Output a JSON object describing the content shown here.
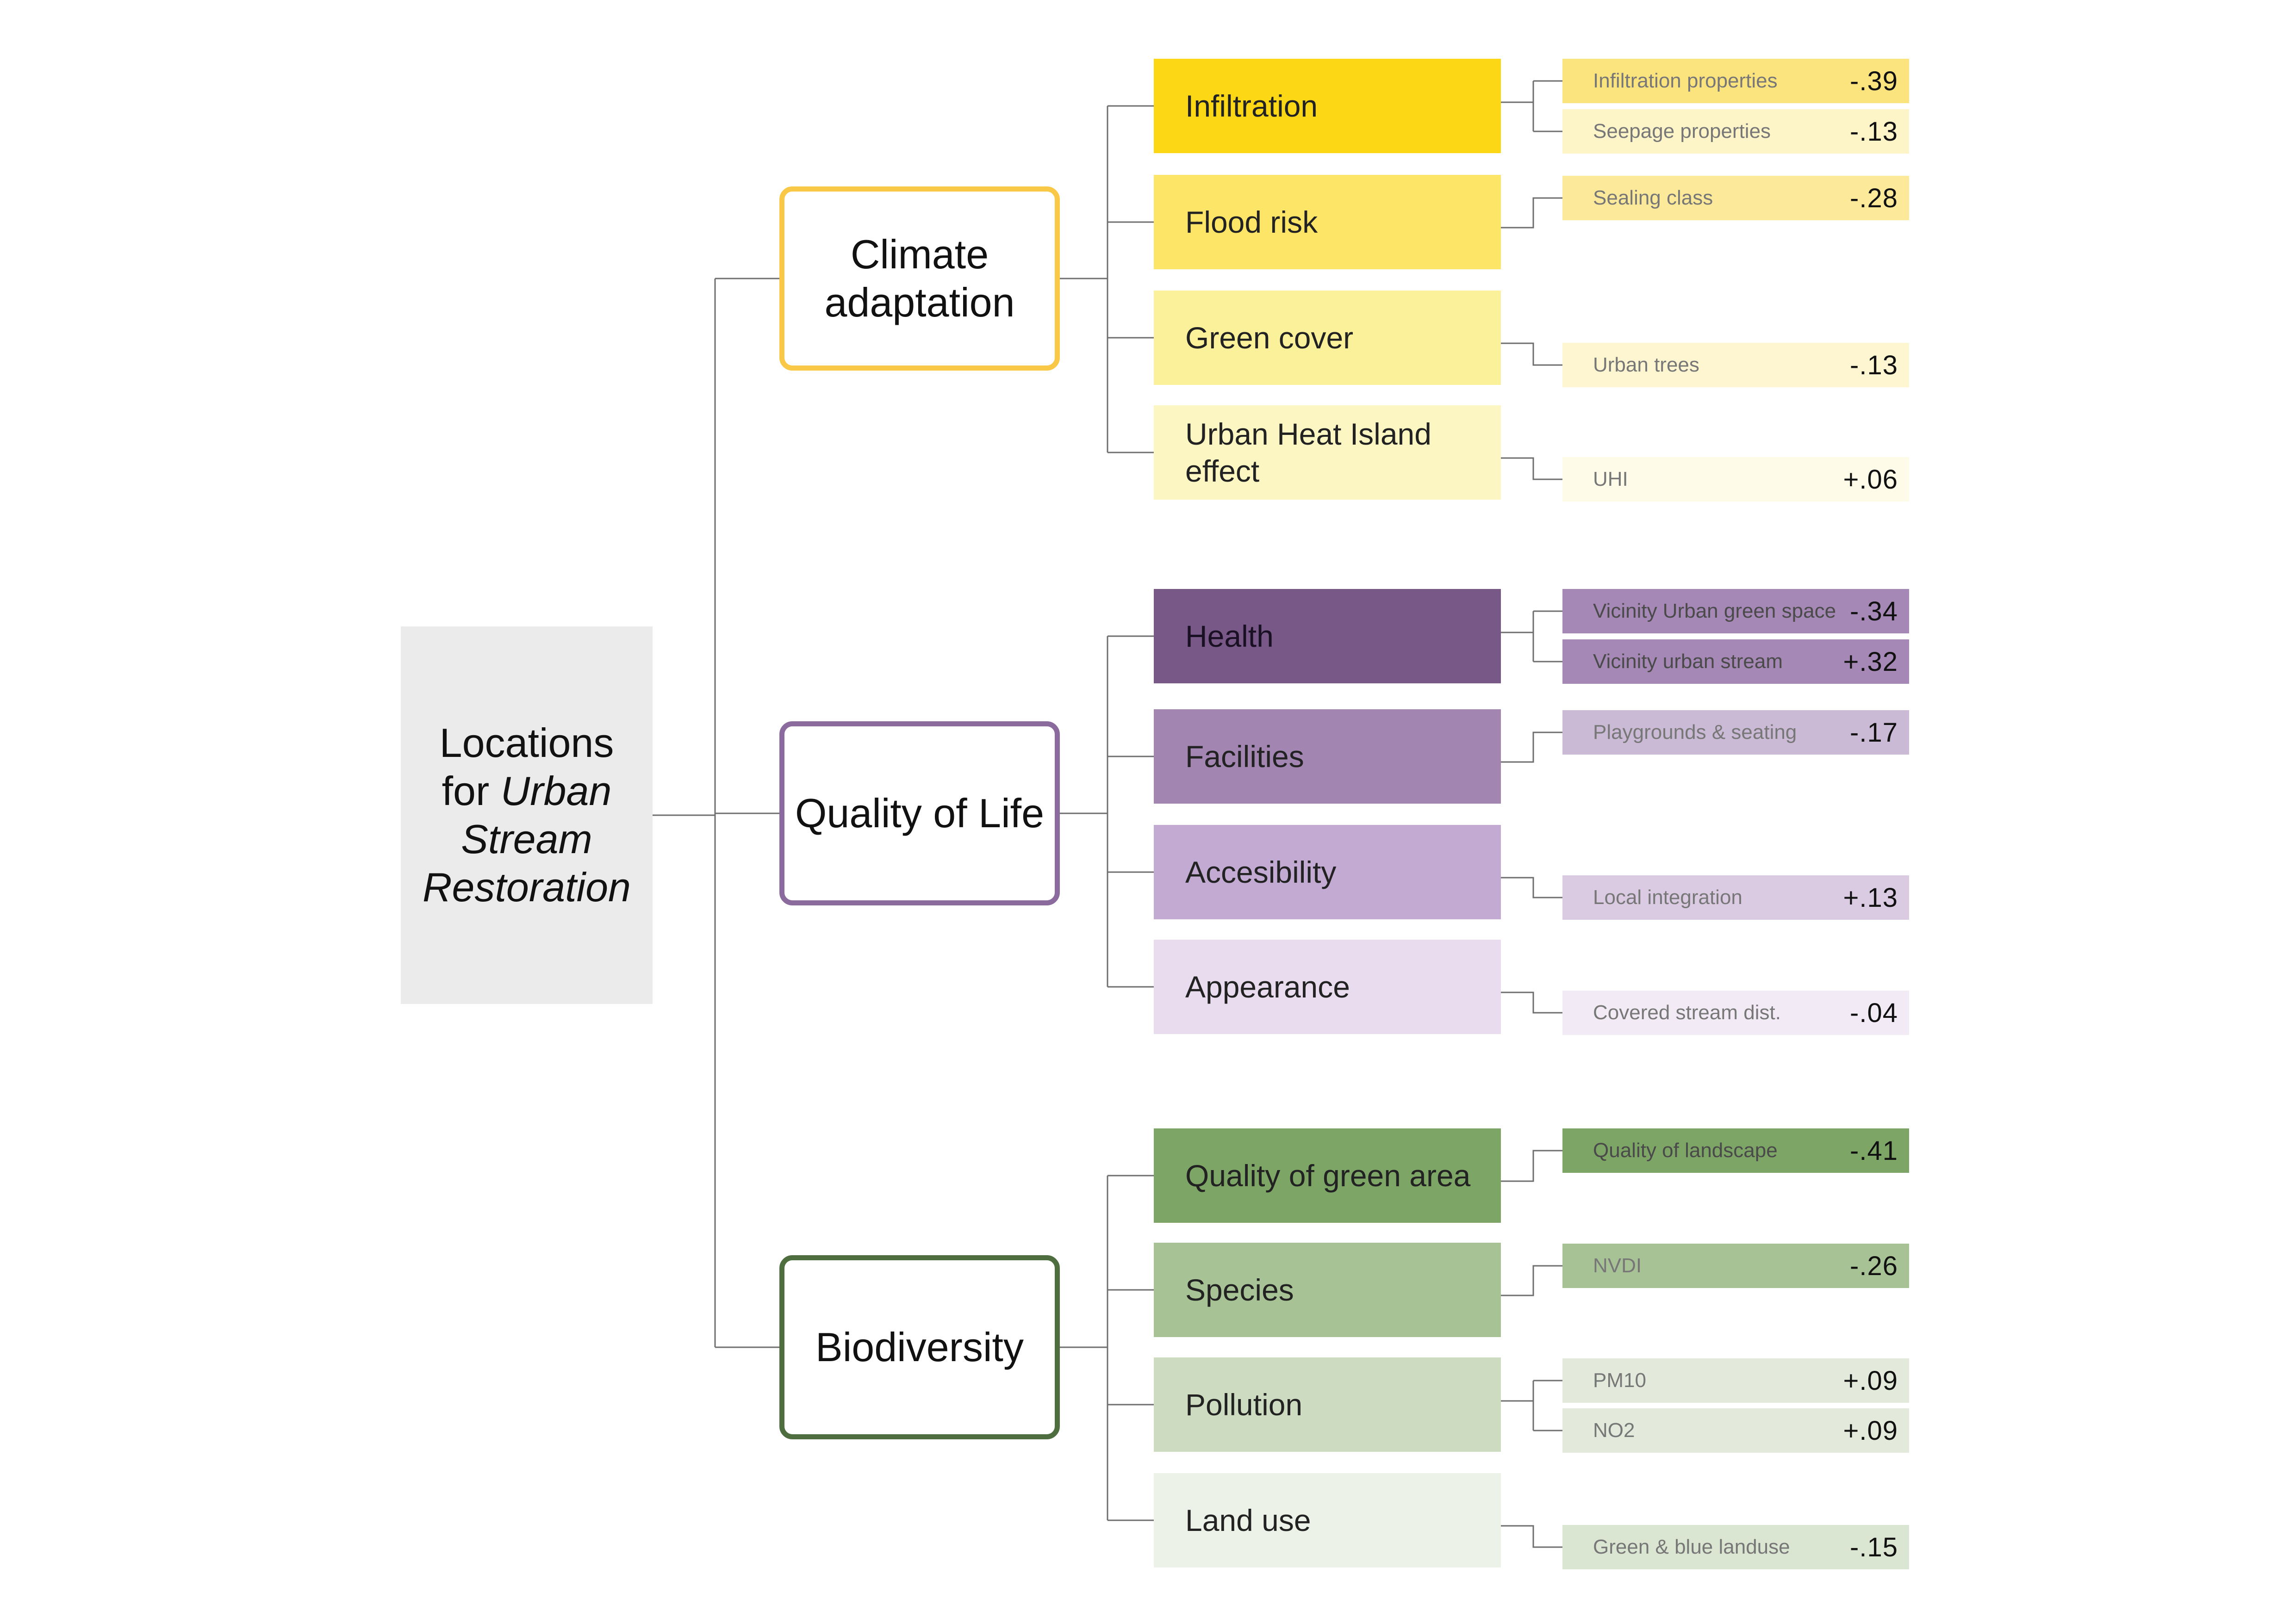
{
  "root": {
    "line1": "Locations",
    "line2a": "for ",
    "line2b": "Urban",
    "line3": "Stream",
    "line4": "Restoration"
  },
  "colors": {
    "yellow": "#f9c846",
    "purple": "#8b6b9e",
    "green": "#4e6e3f"
  },
  "categories": [
    {
      "title": "Climate adaptation",
      "color": "#f9c846",
      "subs": [
        {
          "label": "Infiltration",
          "color": "#fbd716",
          "indicators": [
            {
              "label": "Infiltration properties",
              "value": "-.39",
              "color": "#fbe37e"
            },
            {
              "label": "Seepage properties",
              "value": "-.13",
              "color": "#fdf4c8"
            }
          ]
        },
        {
          "label": "Flood risk",
          "color": "#fce567",
          "indicators": [
            {
              "label": "Sealing class",
              "value": "-.28",
              "color": "#fcea9a"
            }
          ]
        },
        {
          "label": "Green cover",
          "color": "#fbf19a",
          "indicators": [
            {
              "label": "Urban trees",
              "value": "-.13",
              "color": "#fdf6d0"
            }
          ]
        },
        {
          "label": "Urban Heat Island effect",
          "color": "#fcf6c2",
          "indicators": [
            {
              "label": "UHI",
              "value": "+.06",
              "color": "#fefbe8"
            }
          ]
        }
      ]
    },
    {
      "title": "Quality of Life",
      "color": "#8b6b9e",
      "subs": [
        {
          "label": "Health",
          "color": "#775886",
          "indicators": [
            {
              "label": "Vicinity Urban green space",
              "value": "-.34",
              "color": "#a588b5"
            },
            {
              "label": "Vicinity urban stream",
              "value": "+.32",
              "color": "#a588b5"
            }
          ]
        },
        {
          "label": "Facilities",
          "color": "#a285b0",
          "indicators": [
            {
              "label": "Playgrounds & seating",
              "value": "-.17",
              "color": "#cbbad6"
            }
          ]
        },
        {
          "label": "Accesibility",
          "color": "#c2aad3",
          "indicators": [
            {
              "label": "Local integration",
              "value": "+.13",
              "color": "#dacbe3"
            }
          ]
        },
        {
          "label": "Appearance",
          "color": "#e9dcef",
          "indicators": [
            {
              "label": "Covered stream dist.",
              "value": "-.04",
              "color": "#f2ebf5"
            }
          ]
        }
      ]
    },
    {
      "title": "Biodiversity",
      "color": "#4e6e3f",
      "subs": [
        {
          "label": "Quality of green area",
          "color": "#7da566",
          "indicators": [
            {
              "label": "Quality of landscape",
              "value": "-.41",
              "color": "#7da566"
            }
          ]
        },
        {
          "label": "Species",
          "color": "#a7c294",
          "indicators": [
            {
              "label": "NVDI",
              "value": "-.26",
              "color": "#a7c294"
            }
          ]
        },
        {
          "label": "Pollution",
          "color": "#cddcc0",
          "indicators": [
            {
              "label": "PM10",
              "value": "+.09",
              "color": "#e3eadc"
            },
            {
              "label": "NO2",
              "value": "+.09",
              "color": "#e3eadc"
            }
          ]
        },
        {
          "label": "Land use",
          "color": "#ecf2e7",
          "indicators": [
            {
              "label": "Green & blue landuse",
              "value": "-.15",
              "color": "#dbe6d2"
            }
          ]
        }
      ]
    }
  ]
}
